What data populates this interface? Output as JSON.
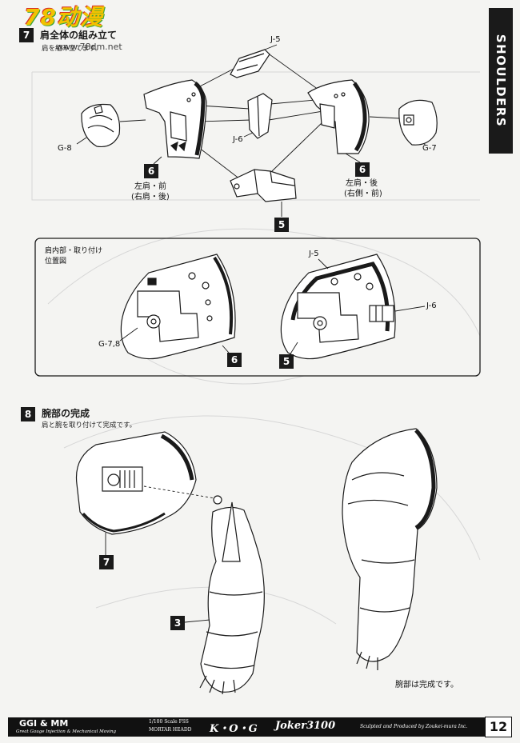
{
  "watermark": {
    "logo": "78动漫",
    "url": "www.78dm.net"
  },
  "side_tab": {
    "text": "SHOULDERS"
  },
  "step7": {
    "number": "7",
    "title": "肩全体の組み立て",
    "note": "肩を組み立てます。",
    "parts": {
      "j5": "J-5",
      "j6": "J-6",
      "g8": "G-8",
      "g7": "G-7",
      "left_shell": "6",
      "right_shell": "6",
      "bracket": "5"
    },
    "captions": {
      "left_line1": "左肩・前",
      "left_line2": "(右肩・後)",
      "right_line1": "左肩・後",
      "right_line2": "(右側・前)"
    }
  },
  "inset": {
    "title_line1": "肩内部・取り付け",
    "title_line2": "位置図",
    "j5": "J-5",
    "j6": "J-6",
    "g78": "G-7,8",
    "part6": "6",
    "part5": "5"
  },
  "step8": {
    "number": "8",
    "title": "腕部の完成",
    "note": "肩と腕を取り付けて完成です。",
    "part7": "7",
    "part3": "3",
    "done": "腕部は完成です。"
  },
  "footer": {
    "brand": "GGI & MM",
    "brand_sub": "Great Gauge Injection & Mechanical Moving",
    "scale": "1/100 Scale FSS",
    "series": "MORTAR HEADD",
    "kog": "K・O・G",
    "model": "Joker3100",
    "credit": "Sculpted and Produced by Zoukei-mura Inc.",
    "page": "12"
  },
  "colors": {
    "ink": "#1a1a1a",
    "paper": "#f4f4f2",
    "logo_yellow": "#f2c200",
    "logo_green": "#3aa53a",
    "logo_red": "#d93025"
  }
}
